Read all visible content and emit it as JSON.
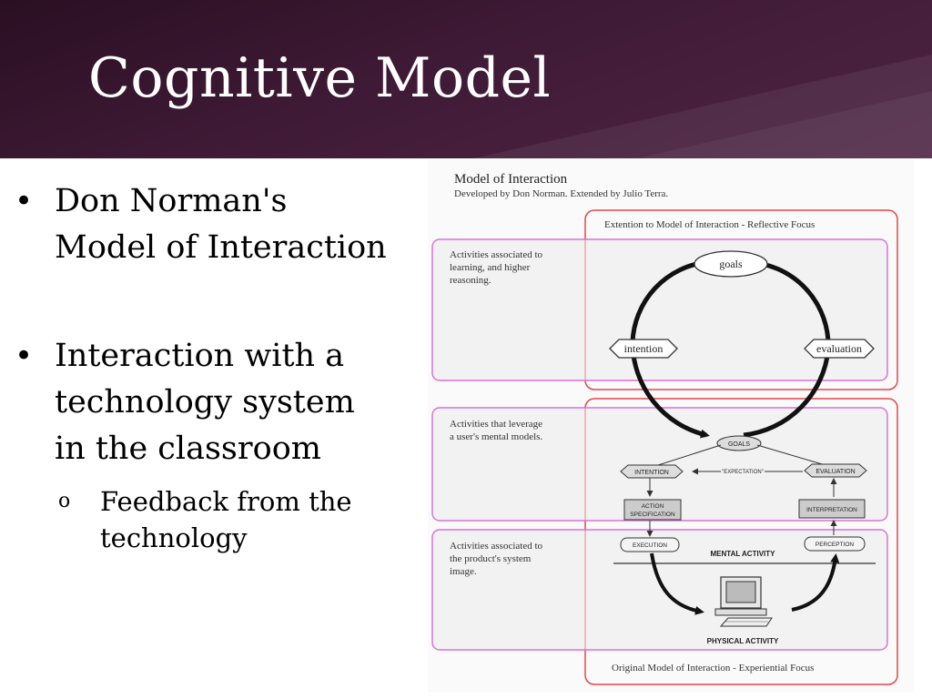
{
  "slide": {
    "title": "Cognitive Model",
    "bullets": [
      {
        "text_line1": "Don Norman's",
        "text_line2": "Model of Interaction"
      },
      {
        "text_line1": "Interaction with a",
        "text_line2": "technology system",
        "text_line3": "in the classroom"
      }
    ],
    "sub_bullet": {
      "marker": "o",
      "line1": "Feedback from the",
      "line2": "technology"
    }
  },
  "diagram": {
    "title": "Model of Interaction",
    "subtitle": "Developed by Don Norman. Extended by Julio Terra.",
    "reflective_label": "Extention to Model of Interaction - Reflective Focus",
    "experiential_label": "Original Model of Interaction - Experiential Focus",
    "band1": [
      "Activities associated to",
      "learning, and higher",
      "reasoning."
    ],
    "band2": [
      "Activities that leverage",
      "a user's mental models."
    ],
    "band3": [
      "Activities associated to",
      "the product's system",
      "image."
    ],
    "goals": "goals",
    "intention": "intention",
    "evaluation": "evaluation",
    "goals_caps": "GOALS",
    "intention_caps": "INTENTION",
    "evaluation_caps": "EVALUATION",
    "expectation": "\"EXPECTATION\"",
    "action_spec_1": "ACTION",
    "action_spec_2": "SPECIFICATION",
    "interpretation": "INTERPRETATION",
    "execution": "EXECUTION",
    "perception": "PERCEPTION",
    "mental_activity": "MENTAL ACTIVITY",
    "physical_activity": "PHYSICAL ACTIVITY"
  },
  "colors": {
    "header": "#3f1a36",
    "red_frame": "#e0474c",
    "pink_band": "#d873d8"
  }
}
